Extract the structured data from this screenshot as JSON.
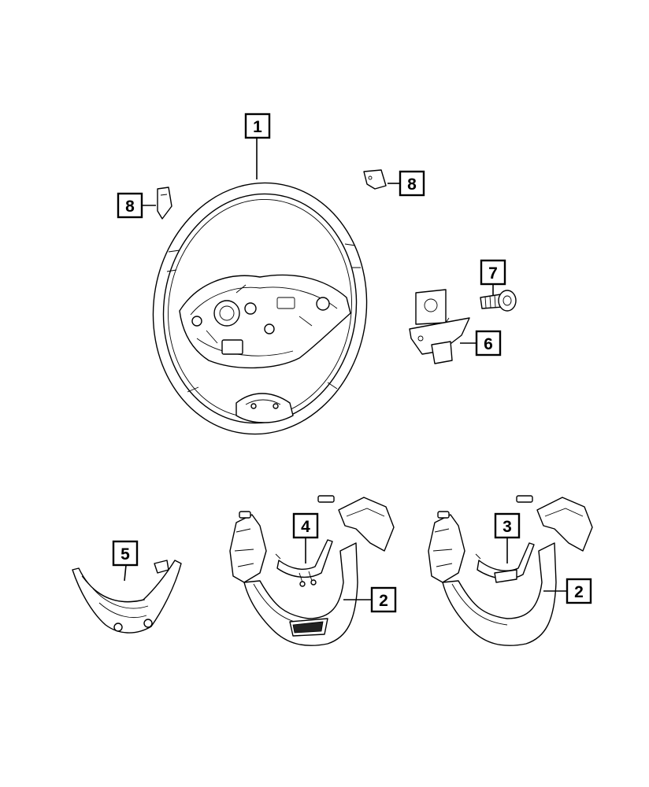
{
  "callouts": [
    {
      "id": "c1",
      "label": "1",
      "part": "steering-wheel"
    },
    {
      "id": "c8a",
      "label": "8",
      "part": "trim-cap-left"
    },
    {
      "id": "c8b",
      "label": "8",
      "part": "trim-cap-right"
    },
    {
      "id": "c7",
      "label": "7",
      "part": "screw"
    },
    {
      "id": "c6",
      "label": "6",
      "part": "bracket"
    },
    {
      "id": "c5",
      "label": "5",
      "part": "lower-trim-bezel"
    },
    {
      "id": "c4",
      "label": "4",
      "part": "wire-harness-left-assembly"
    },
    {
      "id": "c2a",
      "label": "2",
      "part": "bezel-left-assembly"
    },
    {
      "id": "c3",
      "label": "3",
      "part": "wire-harness-right-assembly"
    },
    {
      "id": "c2b",
      "label": "2",
      "part": "bezel-right-assembly"
    }
  ]
}
